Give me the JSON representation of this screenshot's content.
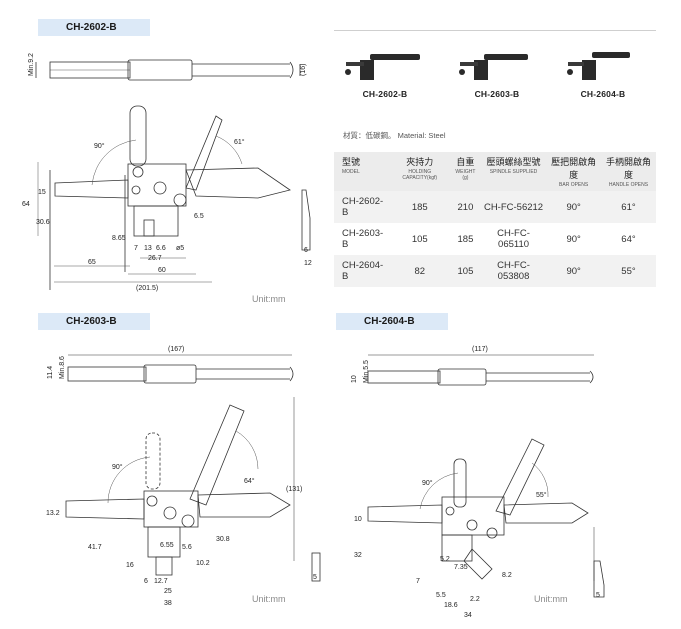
{
  "sections": {
    "b2602": {
      "title": "CH-2602-B",
      "unit": "Unit:mm"
    },
    "b2603": {
      "title": "CH-2603-B",
      "unit": "Unit:mm"
    },
    "b2604": {
      "title": "CH-2604-B",
      "unit": "Unit:mm"
    }
  },
  "products": [
    {
      "label": "CH-2602-B"
    },
    {
      "label": "CH-2603-B"
    },
    {
      "label": "CH-2604-B"
    }
  ],
  "material": "材質：低碳鋼。  Material: Steel",
  "table": {
    "headers": [
      {
        "zh": "型號",
        "en": "MODEL"
      },
      {
        "zh": "夾持力",
        "en": "HOLDING CAPACITY(kgf)"
      },
      {
        "zh": "自重",
        "en": "WEIGHT (g)"
      },
      {
        "zh": "壓頭螺絲型號",
        "en": "SPINDLE SUPPLIED"
      },
      {
        "zh": "壓把開啟角度",
        "en": "BAR OPENS"
      },
      {
        "zh": "手柄開啟角度",
        "en": "HANDLE OPENS"
      }
    ],
    "rows": [
      [
        "CH-2602-B",
        "185",
        "210",
        "CH-FC-56212",
        "90°",
        "61°"
      ],
      [
        "CH-2603-B",
        "105",
        "185",
        "CH-FC-065110",
        "90°",
        "64°"
      ],
      [
        "CH-2604-B",
        "82",
        "105",
        "CH-FC-053808",
        "90°",
        "55°"
      ]
    ]
  },
  "dims": {
    "d2602": {
      "top_left": "Min.9.2",
      "top_right": "(16)",
      "a1": "90°",
      "a2": "61°",
      "h64": "64",
      "h15": "15",
      "h30_6": "30.6",
      "w65": "65",
      "w60": "60",
      "w201_5": "(201.5)",
      "s6_5": "6.5",
      "s8_65": "8.65",
      "s7": "7",
      "s13": "13",
      "s6_6": "6.6",
      "s26_7": "26.7",
      "s25": "ø5",
      "side6": "6",
      "side12": "12"
    },
    "d2603": {
      "top": "(167)",
      "top_left1": "11.4",
      "top_left2": "Min.8.6",
      "a1": "90°",
      "a2": "64°",
      "h131": "(131)",
      "h13_2": "13.2",
      "h41_7": "41.7",
      "h30_8": "30.8",
      "s6_55": "6.55",
      "s5_6": "5.6",
      "s10_2": "10.2",
      "s6": "6",
      "s12_7": "12.7",
      "s25": "25",
      "s38": "38",
      "s16": "16",
      "side5": "5"
    },
    "d2604": {
      "top": "(117)",
      "top_left1": "10",
      "top_left2": "Min.5.5",
      "a1": "90°",
      "a2": "55°",
      "h10": "10",
      "h32": "32",
      "s5_2": "5.2",
      "s7": "7",
      "s5_5": "5.5",
      "s18_6": "18.6",
      "s2_2": "2.2",
      "s34": "34",
      "s8_2": "8.2",
      "s7_35": "7.35",
      "side5": "5"
    }
  }
}
